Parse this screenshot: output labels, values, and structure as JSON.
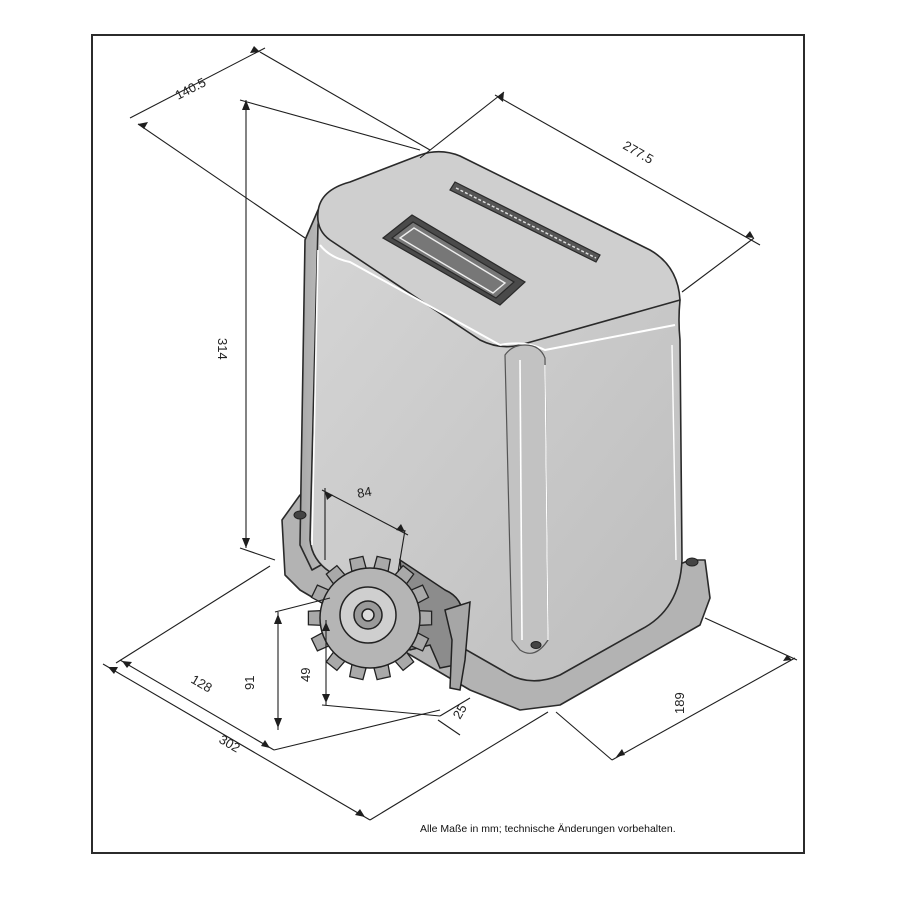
{
  "dimensions": {
    "depth": "140.5",
    "length": "277.5",
    "height": "314",
    "pinion_width": "84",
    "base_depth": "128",
    "total_depth": "302",
    "pinion_height": "91",
    "pinion_center": "49",
    "pinion_offset": "25",
    "base_length": "189"
  },
  "footnote": "Alle Maße in mm; technische Änderungen vorbehalten.",
  "colors": {
    "body": "#c9c9c9",
    "body_dark": "#9e9e9e",
    "outline": "#2a2a2a",
    "frame": "#2b2b2b"
  }
}
